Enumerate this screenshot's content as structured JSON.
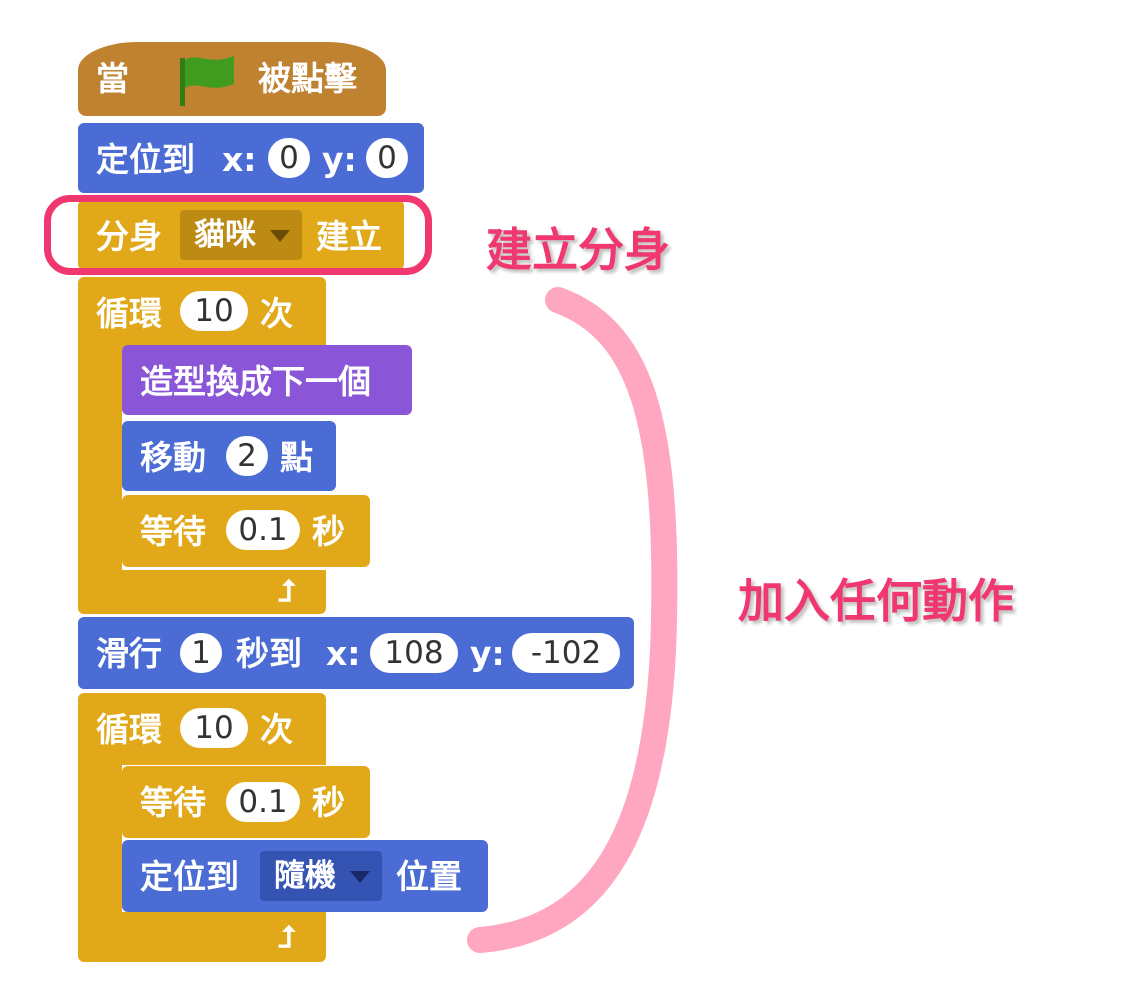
{
  "colors": {
    "events": "#bf8230",
    "motion": "#4a6cd4",
    "control": "#e1a91a",
    "looks": "#8a55d7",
    "highlight": "#f0376f",
    "brace": "#ffa6c0",
    "flag": "#3f9c1f"
  },
  "script": {
    "hat": {
      "before": "當",
      "flag_icon": "green-flag-icon",
      "after": "被點擊"
    },
    "goto_xy": {
      "label": "定位到",
      "x_label": "x:",
      "x": "0",
      "y_label": "y:",
      "y": "0"
    },
    "clone": {
      "label1": "分身",
      "dropdown": "貓咪",
      "label2": "建立"
    },
    "repeat1": {
      "label1": "循環",
      "count": "10",
      "label2": "次",
      "costume": "造型換成下一個",
      "move": {
        "label1": "移動",
        "steps": "2",
        "label2": "點"
      },
      "wait": {
        "label1": "等待",
        "secs": "0.1",
        "label2": "秒"
      }
    },
    "glide": {
      "label1": "滑行",
      "secs": "1",
      "label2": "秒到",
      "x_label": "x:",
      "x": "108",
      "y_label": "y:",
      "y": "-102"
    },
    "repeat2": {
      "label1": "循環",
      "count": "10",
      "label2": "次",
      "wait": {
        "label1": "等待",
        "secs": "0.1",
        "label2": "秒"
      },
      "goto": {
        "label1": "定位到",
        "dropdown": "隨機",
        "label2": "位置"
      }
    }
  },
  "annotations": {
    "create_clone": "建立分身",
    "any_action": "加入任何動作"
  }
}
